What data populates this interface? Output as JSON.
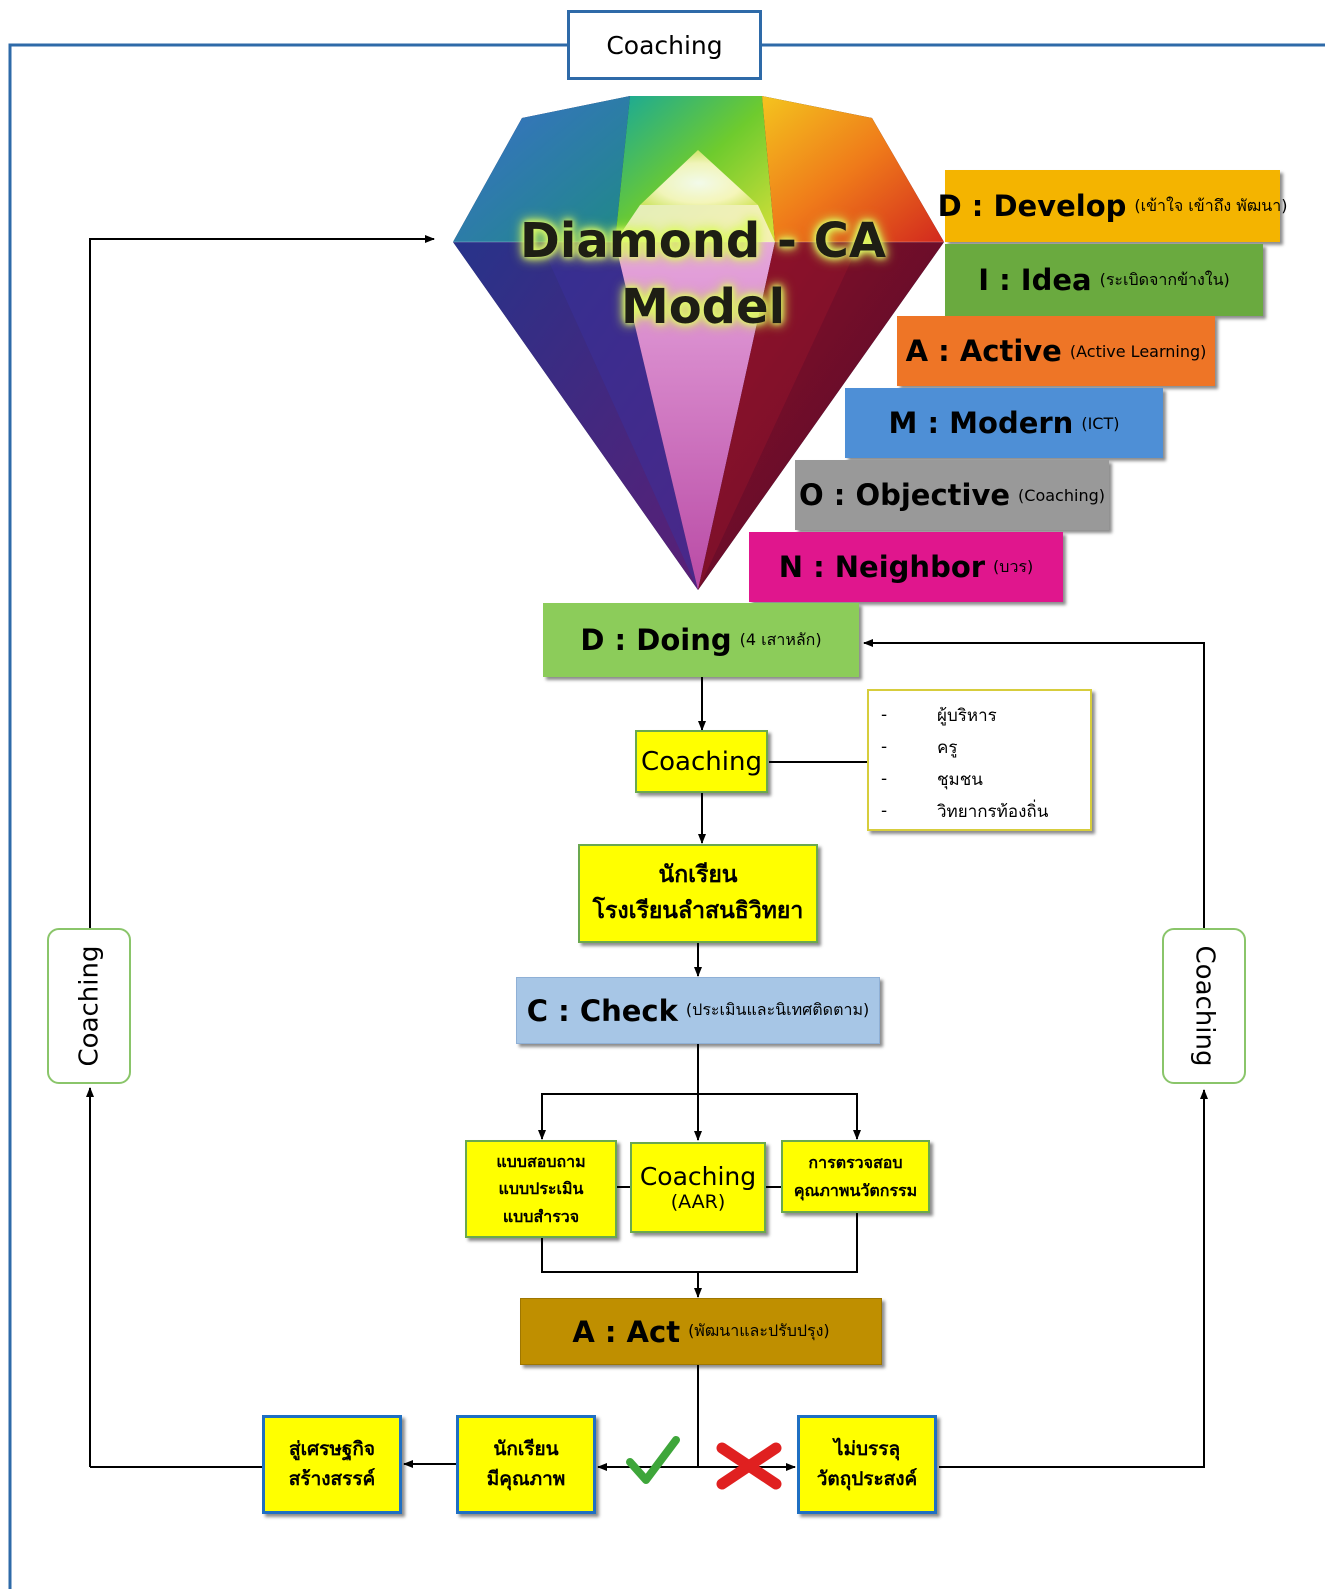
{
  "title": "Coaching",
  "diamond": {
    "line1": "Diamond - CA",
    "line2": "Model"
  },
  "steps": [
    {
      "label": "D : Develop",
      "sub": "(เข้าใจ เข้าถึง พัฒนา)",
      "color": "#f4b400"
    },
    {
      "label": "I : Idea",
      "sub": "(ระเบิดจากข้างใน)",
      "color": "#6aaa3f"
    },
    {
      "label": "A : Active",
      "sub": "(Active Learning)",
      "color": "#ee7526"
    },
    {
      "label": "M : Modern",
      "sub": "(ICT)",
      "color": "#4e8fd6"
    },
    {
      "label": "O : Objective",
      "sub": "(Coaching)",
      "color": "#999999"
    },
    {
      "label": "N : Neighbor",
      "sub": "(บวร)",
      "color": "#e0168d"
    }
  ],
  "doing": {
    "label": "D : Doing",
    "sub": "(4 เสาหลัก)",
    "color": "#8ccc5a"
  },
  "coaching_center": "Coaching",
  "coaches": {
    "dash": "-",
    "items": [
      "ผู้บริหาร",
      "ครู",
      "ชุมชน",
      "วิทยากรท้องถิ่น"
    ]
  },
  "students": {
    "line1": "นักเรียน",
    "line2": "โรงเรียนลำสนธิวิทยา"
  },
  "check": {
    "label": "C : Check",
    "sub": "(ประเมินและนิเทศติดตาม)",
    "color": "#a7c6e6"
  },
  "tools": {
    "left": [
      "แบบสอบถาม",
      "แบบประเมิน",
      "แบบสำรวจ"
    ],
    "center": [
      "Coaching",
      "(AAR)"
    ],
    "right": [
      "การตรวจสอบ",
      "คุณภาพนวัตกรรม"
    ]
  },
  "act": {
    "label": "A : Act",
    "sub": "(พัฒนาและปรับปรุง)",
    "color": "#bf8f00"
  },
  "outcome": {
    "quality": [
      "นักเรียน",
      "มีคุณภาพ"
    ],
    "economy": [
      "สู่เศรษฐกิจ",
      "สร้างสรรค์"
    ],
    "fail": [
      "ไม่บรรลุ",
      "วัตถุประสงค์"
    ]
  },
  "loop_left": "Coaching",
  "loop_right": "Coaching"
}
